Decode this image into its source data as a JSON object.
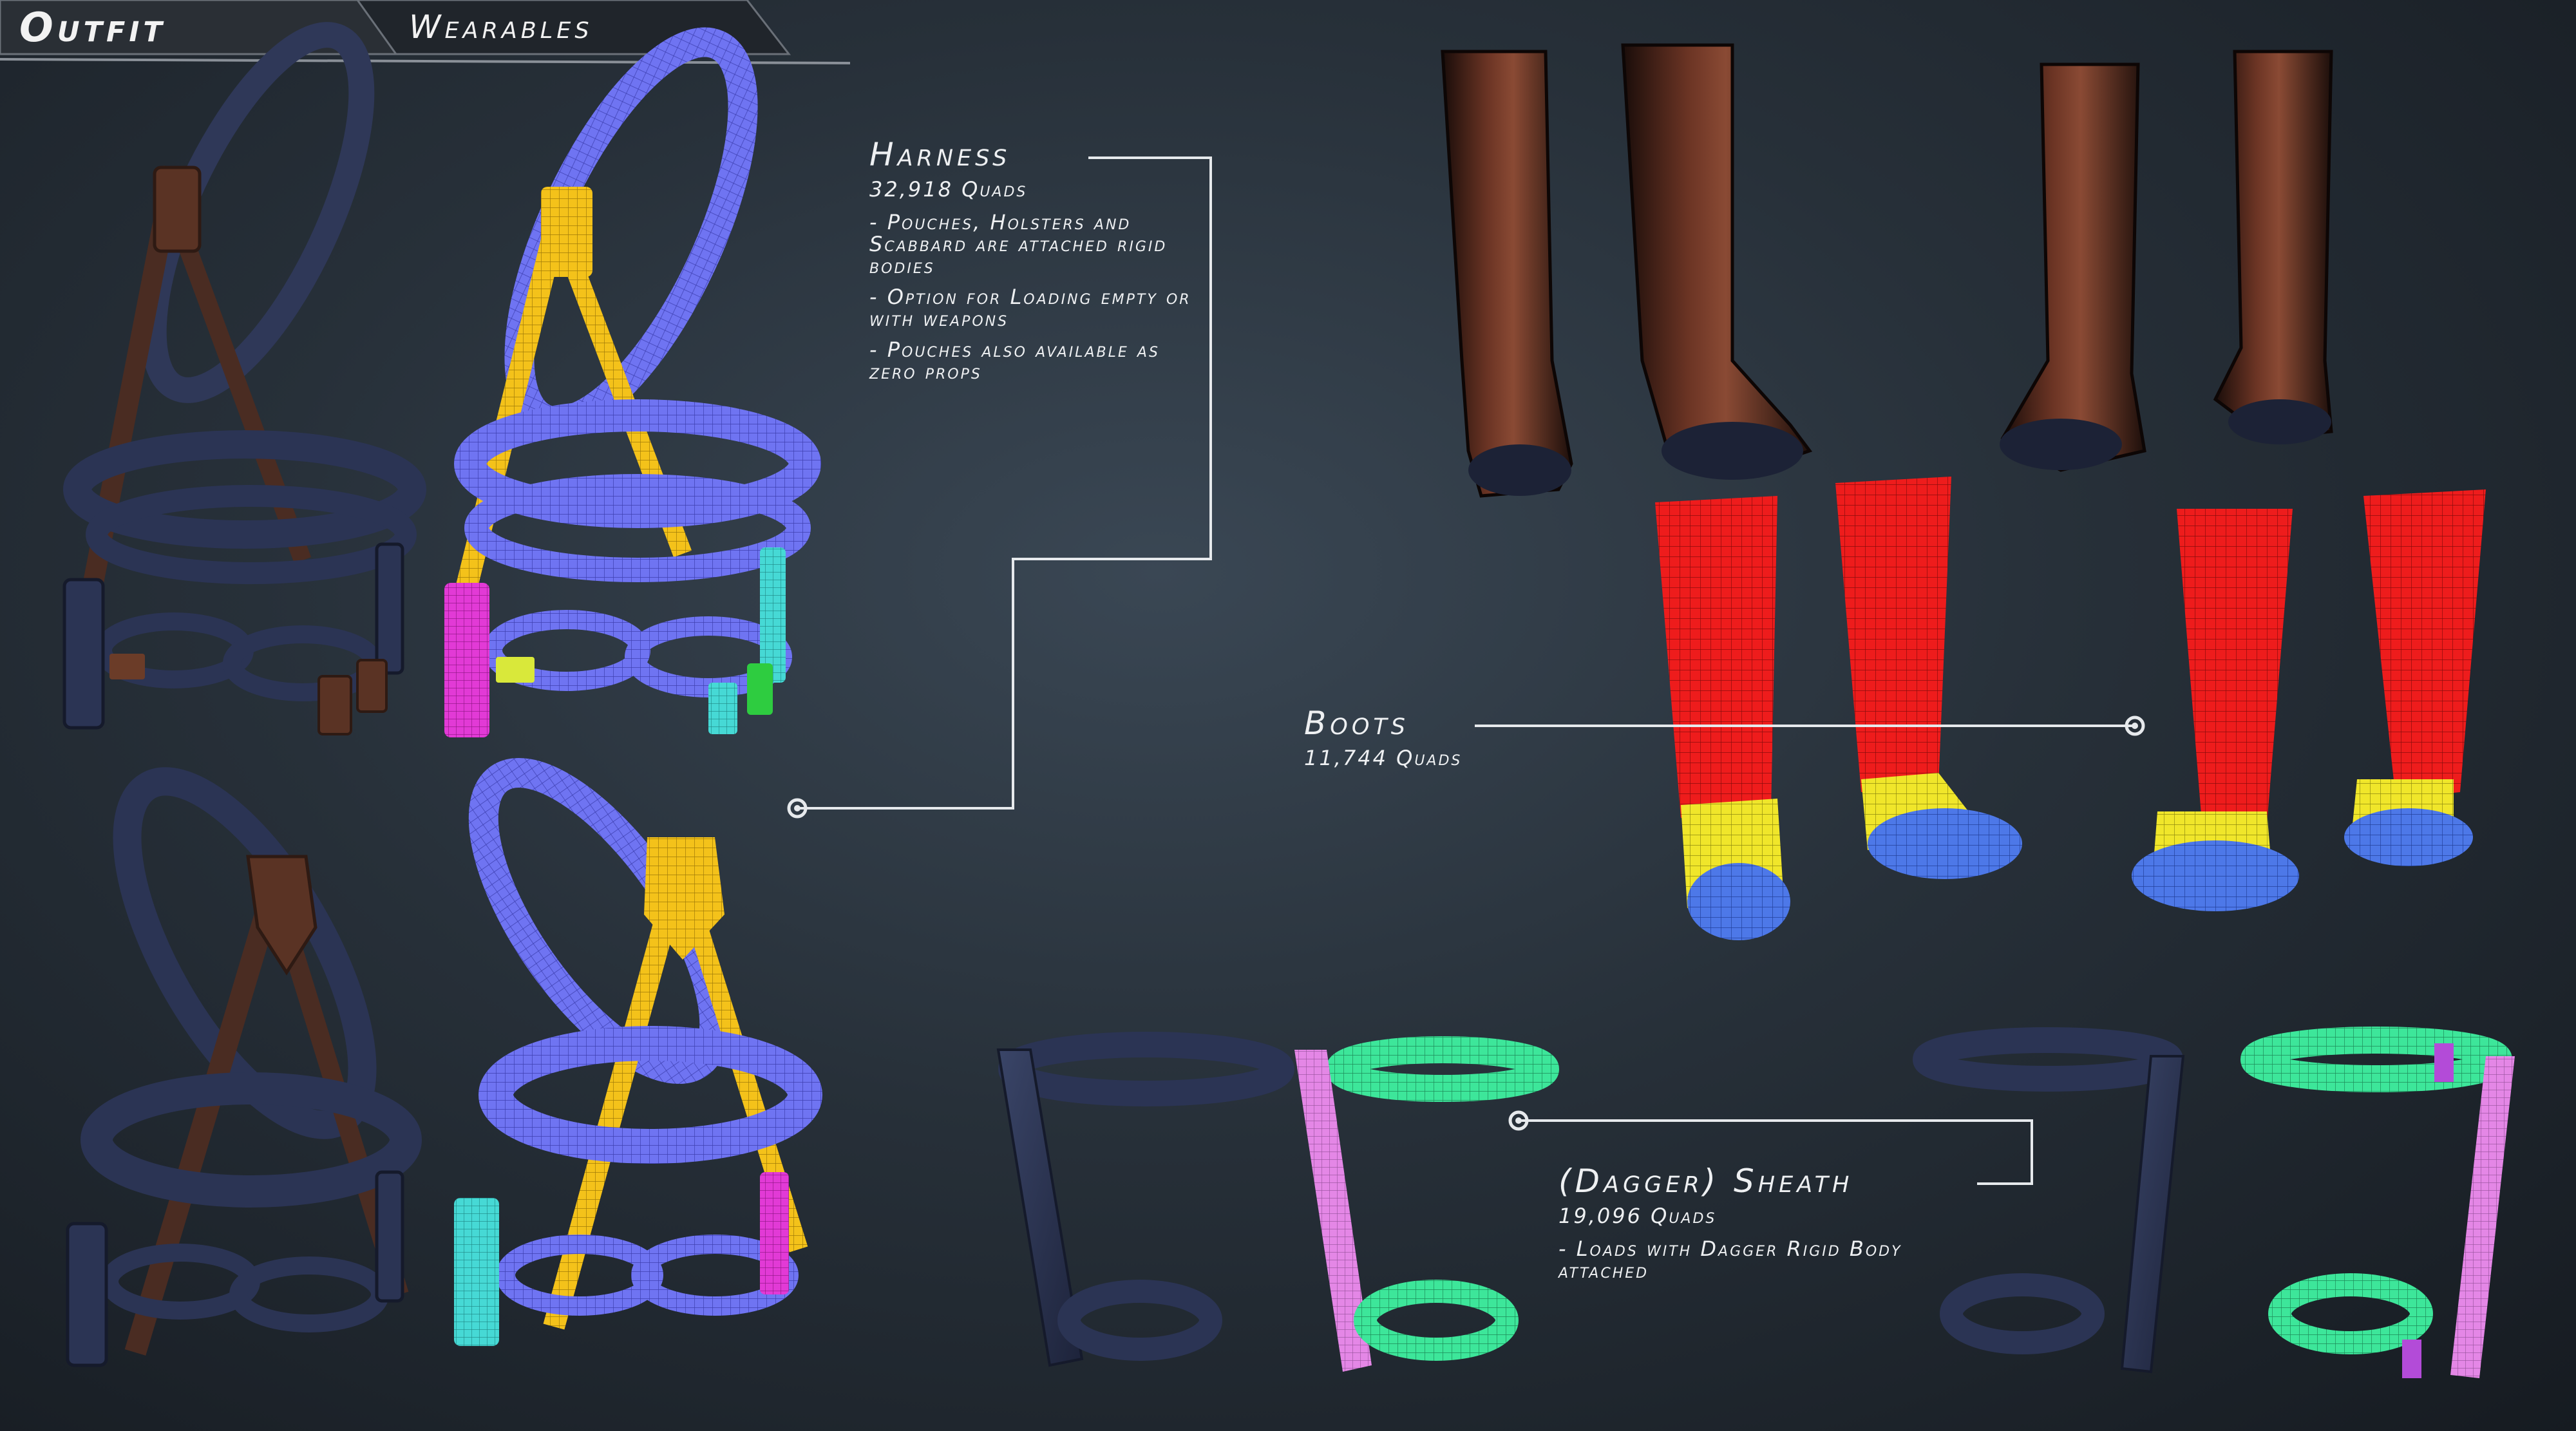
{
  "tabs": {
    "outfit": "Outfit",
    "wearables": "Wearables"
  },
  "harness": {
    "title": "Harness",
    "quads": "32,918 Quads",
    "bullets": [
      "- Pouches, Holsters and Scabbard are attached rigid bodies",
      "- Option for Loading empty or with weapons",
      "- Pouches also available as zero props"
    ]
  },
  "boots": {
    "title": "Boots",
    "quads": "11,744 Quads"
  },
  "sheath": {
    "title": "(Dagger) Sheath",
    "quads": "19,096 Quads",
    "bullets": [
      "- Loads with Dagger Rigid Body attached"
    ]
  },
  "colors": {
    "leather_blue": "#2b3454",
    "leather_brown": "#4a2c22",
    "wire_blue": "#6f74f2",
    "wire_yellow": "#f4c21a",
    "wire_red": "#ee1c1c",
    "wire_green": "#3de69a",
    "wire_pink": "#e487e6",
    "wire_magenta": "#e23ad6",
    "wire_cyan": "#46d9d5"
  }
}
